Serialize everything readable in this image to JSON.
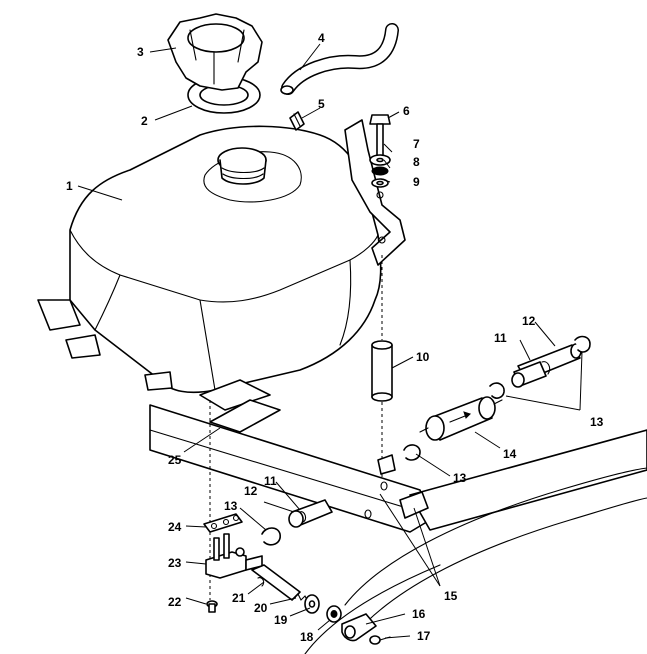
{
  "diagram": {
    "callouts": {
      "c1": "1",
      "c2": "2",
      "c3": "3",
      "c4": "4",
      "c5": "5",
      "c6": "6",
      "c7": "7",
      "c8": "8",
      "c9": "9",
      "c10": "10",
      "c11a": "11",
      "c11b": "11",
      "c12a": "12",
      "c12b": "12",
      "c13a": "13",
      "c13b": "13",
      "c13c": "13",
      "c14": "14",
      "c15": "15",
      "c16": "16",
      "c17": "17",
      "c18": "18",
      "c19": "19",
      "c20": "20",
      "c21": "21",
      "c22": "22",
      "c23": "23",
      "c24": "24",
      "c25": "25"
    }
  }
}
